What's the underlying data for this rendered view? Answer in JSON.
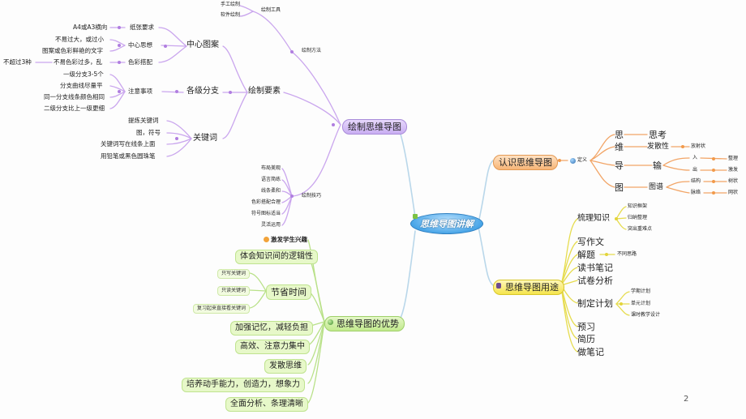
{
  "root": {
    "title": "思维导图讲解"
  },
  "branches": {
    "draw": {
      "label": "绘制思维导图",
      "elements": {
        "label": "绘制要素",
        "center": {
          "label": "中心图案",
          "paper": {
            "label": "纸张要求",
            "items": [
              "A4或A3横向"
            ]
          },
          "idea": {
            "label": "中心思想",
            "items": [
              "不易过大，或过小",
              "图案或色彩鲜艳的文字"
            ]
          },
          "color": {
            "label": "色彩搭配",
            "items": [
              "不易色彩过多，乱"
            ],
            "extra": "不超过3种"
          }
        },
        "branch": {
          "label": "各级分支",
          "notes": {
            "label": "注意事项",
            "items": [
              "一级分支3-5个",
              "分支曲线尽量平",
              "同一分支线条颜色相同",
              "二级分支比上一级更细"
            ]
          }
        },
        "keywords": {
          "label": "关键词",
          "items": [
            "提炼关键词",
            "图，符号",
            "关键词写在线条上面",
            "用铅笔或黑色圆珠笔"
          ]
        }
      },
      "methods": {
        "label": "绘制方法",
        "tools": {
          "label": "绘制工具",
          "items": [
            "手工绘制",
            "软件绘制"
          ]
        }
      },
      "skills": {
        "label": "绘制技巧",
        "items": [
          "布局美观",
          "语言简练",
          "线条柔和",
          "色彩搭配合理",
          "符号图标适当",
          "灵活运用"
        ]
      }
    },
    "know": {
      "label": "认识思维导图",
      "def": "定义",
      "chars": [
        "思",
        "维",
        "导",
        "图"
      ],
      "words": [
        "思考",
        "发散性",
        "输",
        "图谱"
      ],
      "sub": {
        "divergent": "放射状",
        "in": "入",
        "out": "出",
        "structure": "结构",
        "vein": "脉络"
      },
      "leaf": {
        "in": "整理",
        "out": "激发",
        "structure": "树状",
        "vein": "网状"
      }
    },
    "use": {
      "label": "思维导图用途",
      "sort": {
        "label": "梳理知识",
        "items": [
          "知识框架",
          "归纳整理",
          "突出重难点"
        ]
      },
      "items": [
        "写作文",
        "解题",
        "读书笔记",
        "试卷分析",
        "制定计划",
        "预习",
        "简历",
        "做笔记"
      ],
      "solve_note": "不同思路",
      "plan": [
        "学期计划",
        "单元计划",
        "课时教学设计"
      ]
    },
    "adv": {
      "label": "思维导图的优势",
      "interest": "激发学生兴趣",
      "logic": "体会知识间的逻辑性",
      "time": {
        "label": "节省时间",
        "items": [
          "只写关键词",
          "只读关键词",
          "复习起来直接看关键词"
        ]
      },
      "list": [
        "加强记忆，减轻负担",
        "高效、注意力集中",
        "发散思维",
        "培养动手能力，创造力，想象力",
        "全面分析、条理清晰"
      ]
    }
  },
  "page_number": "2",
  "colors": {
    "root": "#4aa6e8",
    "draw": "#c9aef2",
    "know": "#f7b577",
    "use": "#f5e44c",
    "adv": "#c2ea8d"
  }
}
